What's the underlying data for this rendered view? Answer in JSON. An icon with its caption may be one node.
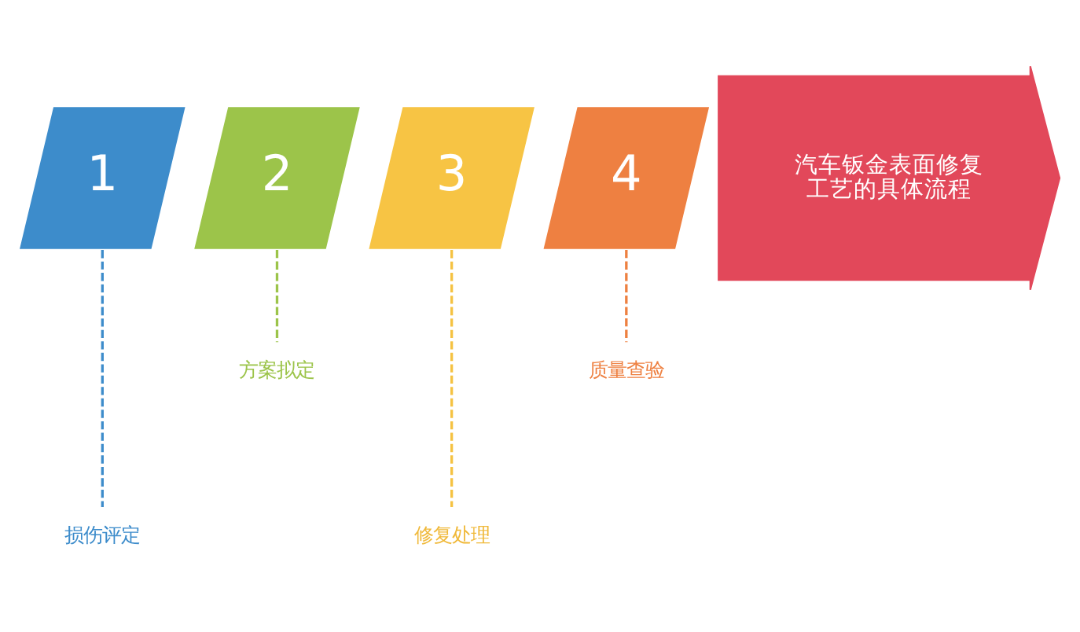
{
  "diagram": {
    "nodes": [
      {
        "text": [
          "1"
        ]
      },
      {
        "text": [
          "2"
        ]
      },
      {
        "text": [
          "3"
        ]
      },
      {
        "text": [
          "4"
        ]
      },
      {
        "text": [
          "汽车钣金表面修复工艺的具体流程"
        ]
      },
      {
        "text": [
          "损伤评定"
        ]
      },
      {
        "text": [
          "方案拟定"
        ]
      },
      {
        "text": [
          "修复处理"
        ]
      },
      {
        "text": [
          "质量查验"
        ]
      }
    ],
    "edges": [
      {
        "from": 0,
        "to": 5,
        "arrow": "none",
        "style": "dashed",
        "color": "#3d8ccb"
      },
      {
        "from": 1,
        "to": 6,
        "arrow": "none",
        "style": "dashed",
        "color": "#9cc44a"
      },
      {
        "from": 2,
        "to": 7,
        "arrow": "none",
        "style": "dashed",
        "color": "#f5c242"
      },
      {
        "from": 3,
        "to": 8,
        "arrow": "none",
        "style": "dashed",
        "color": "#ee8041"
      }
    ]
  }
}
